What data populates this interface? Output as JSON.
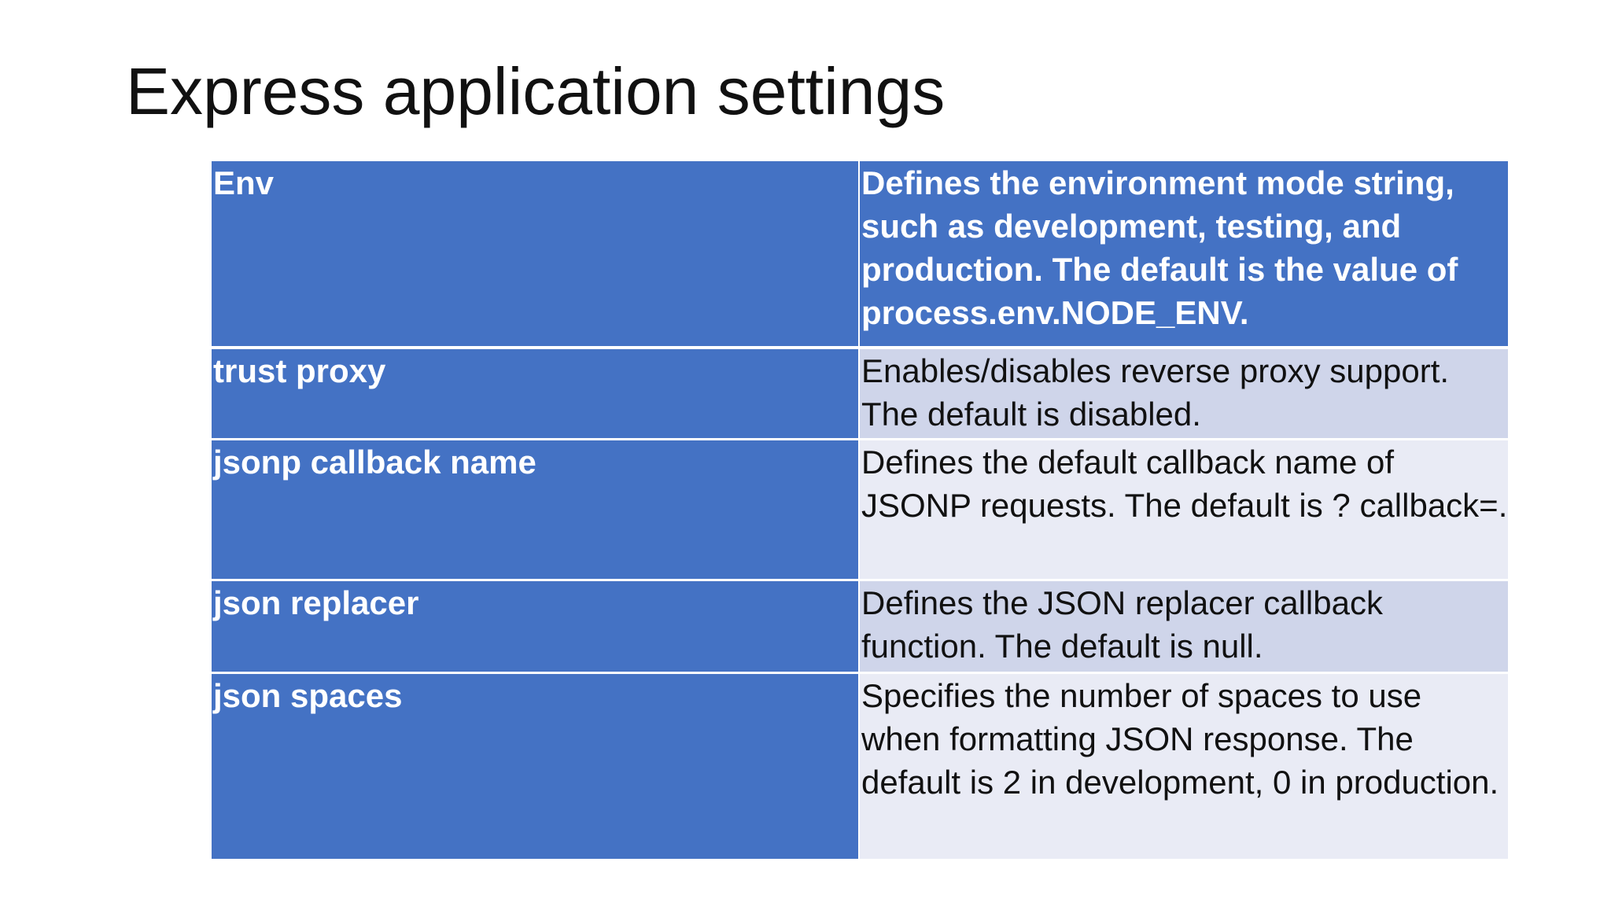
{
  "slide": {
    "title": "Express application settings"
  },
  "table": {
    "rows": [
      {
        "key": "Env",
        "description": "Defines the environment mode string, such as development, testing, and production. The default is the value of process.env.NODE_ENV."
      },
      {
        "key": "trust proxy",
        "description": "Enables/disables reverse proxy support. The default is disabled."
      },
      {
        "key": "jsonp callback name",
        "description": "Defines the default callback name of JSONP requests. The default is ? callback=."
      },
      {
        "key": "json replacer",
        "description": "Defines the JSON replacer callback function. The default is null."
      },
      {
        "key": "json spaces",
        "description": "Specifies the number of spaces to use when formatting JSON response. The default is 2 in development, 0 in production."
      }
    ]
  },
  "colors": {
    "header_blue": "#4472c4",
    "band_dark": "#cfd5ea",
    "band_light": "#e9ebf5"
  }
}
